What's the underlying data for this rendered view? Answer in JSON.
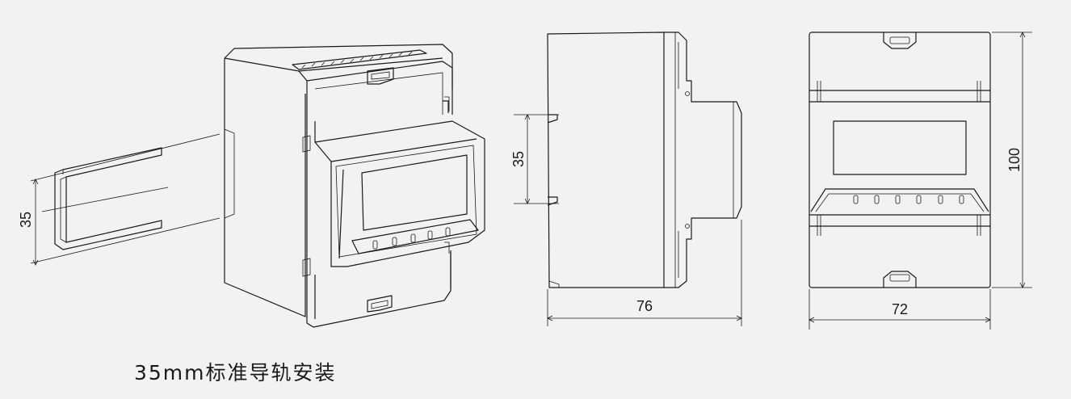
{
  "iso_view": {
    "rail_dimension": "35"
  },
  "side_view": {
    "rail_dimension": "35",
    "width_dimension": "76"
  },
  "front_view": {
    "height_dimension": "100",
    "width_dimension": "72"
  },
  "caption": "35mm标准导轨安装"
}
